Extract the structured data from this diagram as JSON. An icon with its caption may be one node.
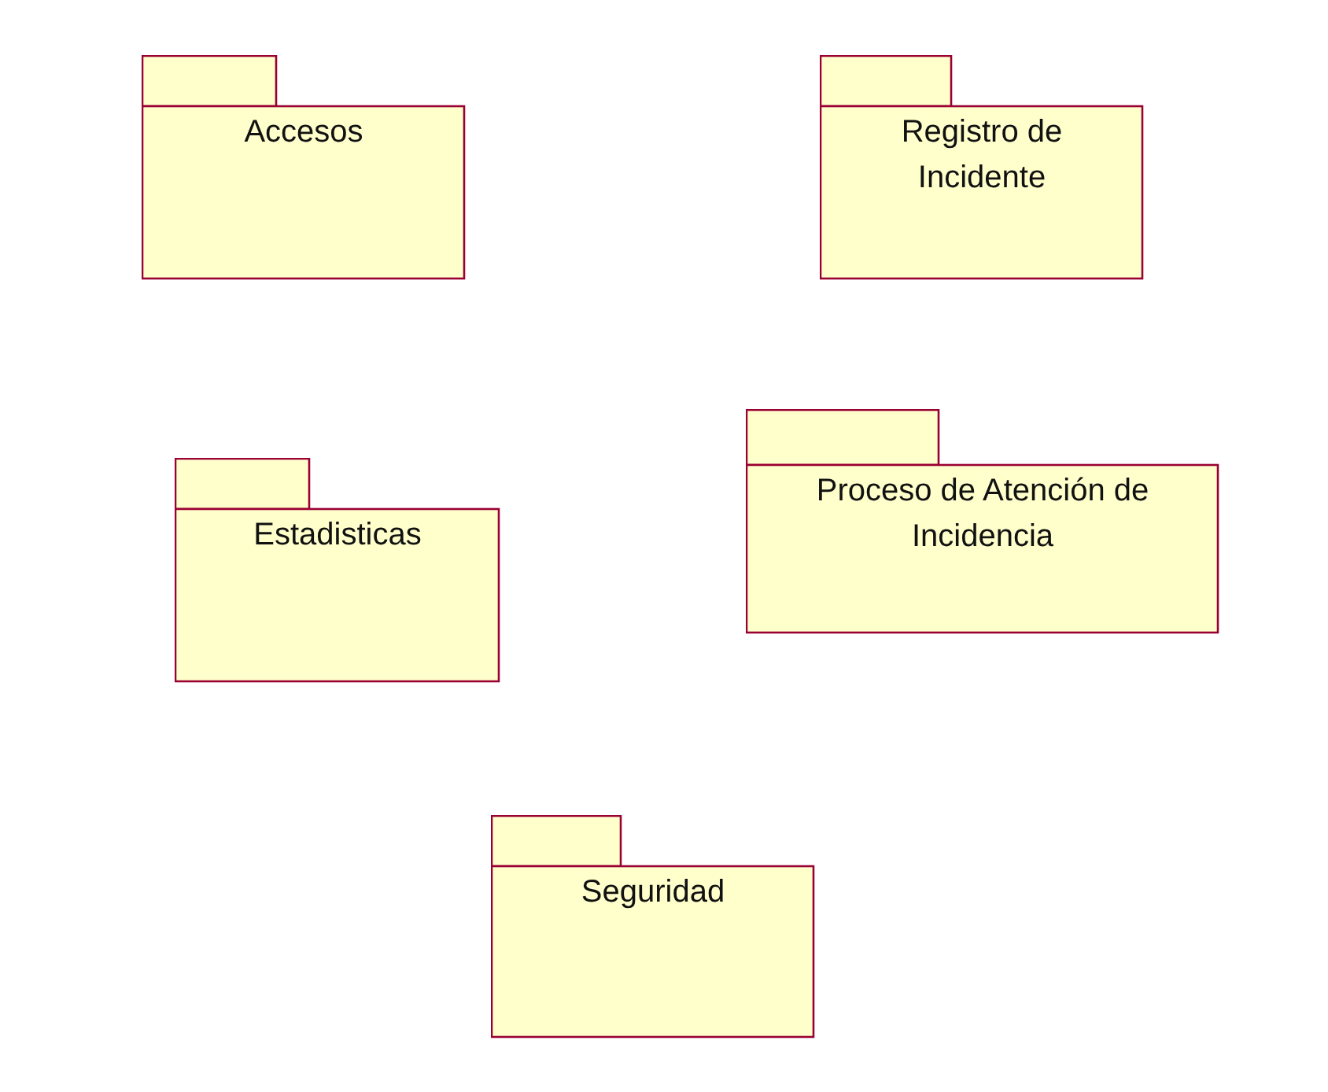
{
  "diagram": {
    "nodes": [
      {
        "text": [
          "Accesos"
        ]
      },
      {
        "text": [
          "Registro de Incidente"
        ]
      },
      {
        "text": [
          "Estadisticas"
        ]
      },
      {
        "text": [
          "Proceso de Atención de Incidencia"
        ]
      },
      {
        "text": [
          "Seguridad"
        ]
      }
    ]
  }
}
